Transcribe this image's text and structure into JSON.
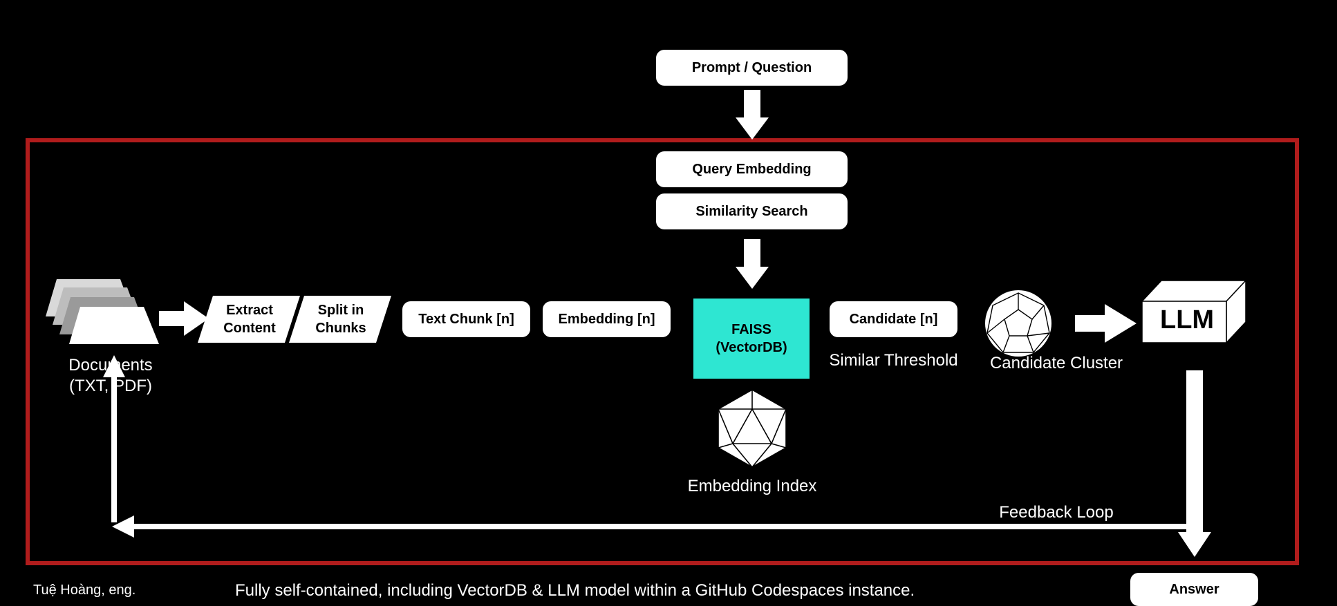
{
  "diagram": {
    "prompt_box": "Prompt / Question",
    "query_embedding_box": "Query Embedding",
    "similarity_search_box": "Similarity Search",
    "documents_label_line1": "Documents",
    "documents_label_line2": "(TXT, PDF)",
    "extract_line1": "Extract",
    "extract_line2": "Content",
    "split_line1": "Split in",
    "split_line2": "Chunks",
    "text_chunk_box": "Text Chunk [n]",
    "embedding_box": "Embedding [n]",
    "faiss_line1": "FAISS",
    "faiss_line2": "(VectorDB)",
    "candidate_box": "Candidate [n]",
    "similar_threshold_label": "Similar Threshold",
    "candidate_cluster_label": "Candidate Cluster",
    "llm_label": "LLM",
    "embedding_index_label": "Embedding Index",
    "feedback_loop_label": "Feedback Loop",
    "answer_box": "Answer"
  },
  "footer": {
    "author": "Tuệ Hoàng, eng.",
    "caption": "Fully self-contained, including VectorDB & LLM model within a GitHub Codespaces instance."
  },
  "colors": {
    "background": "#000000",
    "frame": "#b01c1c",
    "faiss": "#2ee6d2",
    "box": "#ffffff"
  }
}
